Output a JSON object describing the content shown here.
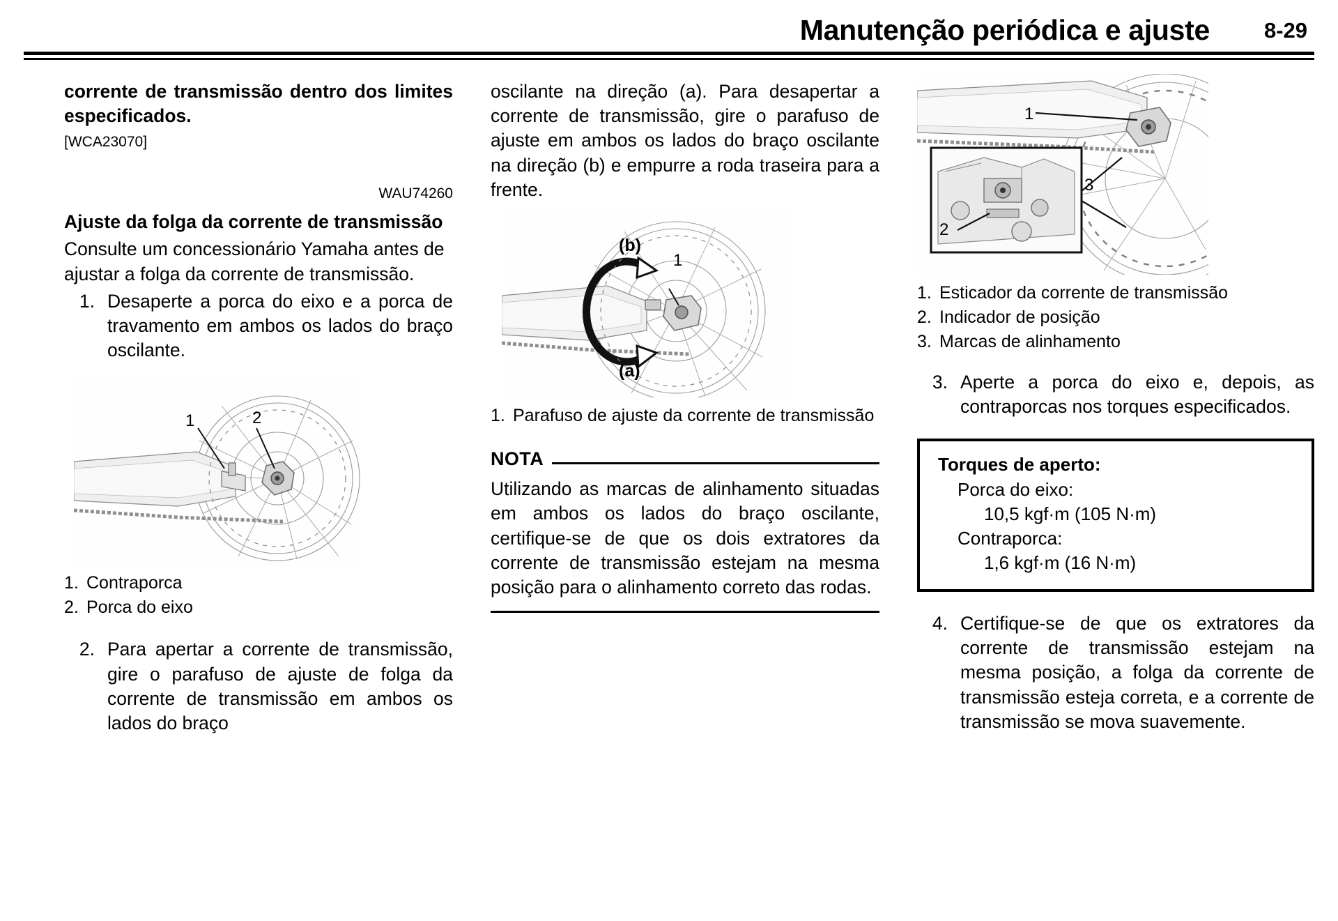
{
  "header": {
    "title": "Manutenção periódica e ajuste",
    "page_number": "8-29"
  },
  "column1": {
    "warning_continuation": "corrente de transmissão dentro dos limites especificados.",
    "warning_code": "[WCA23070]",
    "section_code": "WAU74260",
    "section_heading": "Ajuste da folga da corrente de transmissão",
    "intro": "Consulte um concessionário Yamaha antes de ajustar a folga da corrente de transmissão.",
    "steps": [
      {
        "num": "1.",
        "text": "Desaperte a porca do eixo e a porca de travamento em ambos os lados do braço oscilante."
      },
      {
        "num": "2.",
        "text": "Para apertar a corrente de transmissão, gire o parafuso de ajuste de folga da corrente de transmissão em ambos os lados do braço"
      }
    ],
    "figure": {
      "name": "rear-wheel-axle-nut-diagram",
      "callouts": [
        "1",
        "2"
      ]
    },
    "figure_captions": [
      {
        "num": "1.",
        "text": "Contraporca"
      },
      {
        "num": "2.",
        "text": "Porca do eixo"
      }
    ]
  },
  "column2": {
    "continuation": "oscilante na direção (a). Para desapertar a corrente de transmissão, gire o parafuso de ajuste em ambos os lados do braço oscilante na direção (b) e empurre a roda traseira para a frente.",
    "figure": {
      "name": "chain-adjusting-bolt-diagram",
      "callouts": [
        "(b)",
        "1",
        "(a)"
      ]
    },
    "figure_captions": [
      {
        "num": "1.",
        "text": "Parafuso de ajuste da corrente de transmissão"
      }
    ],
    "note": {
      "label": "NOTA",
      "text": "Utilizando as marcas de alinhamento situadas em ambos os lados do braço oscilante, certifique-se de que os dois extratores da corrente de transmissão estejam na mesma posição para o alinhamento correto das rodas."
    }
  },
  "column3": {
    "figure": {
      "name": "chain-puller-alignment-diagram",
      "callouts": [
        "1",
        "2",
        "3"
      ]
    },
    "figure_captions": [
      {
        "num": "1.",
        "text": "Esticador da corrente de transmissão"
      },
      {
        "num": "2.",
        "text": "Indicador de posição"
      },
      {
        "num": "3.",
        "text": "Marcas de alinhamento"
      }
    ],
    "steps": [
      {
        "num": "3.",
        "text": "Aperte a porca do eixo e, depois, as contraporcas nos torques especificados."
      },
      {
        "num": "4.",
        "text": "Certifique-se de que os extratores da corrente de transmissão estejam na mesma posição, a folga da corrente de transmissão esteja correta, e a corrente de transmissão se mova suavemente."
      }
    ],
    "torque_box": {
      "title": "Torques de aperto:",
      "item1_label": "Porca do eixo:",
      "item1_value": "10,5 kgf·m (105 N·m)",
      "item2_label": "Contraporca:",
      "item2_value": "1,6 kgf·m (16 N·m)"
    }
  }
}
